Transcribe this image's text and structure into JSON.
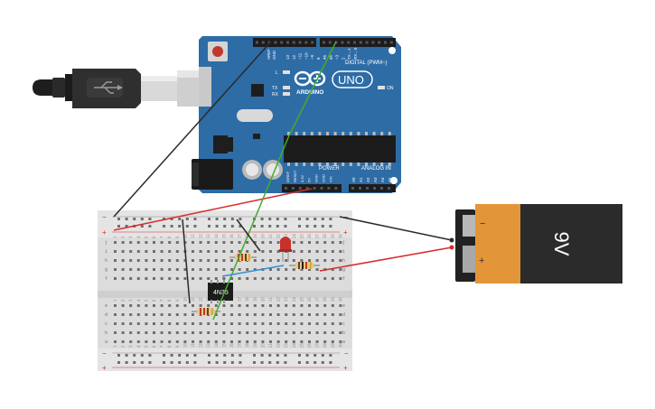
{
  "arduino": {
    "brand": "ARDUINO",
    "model": "UNO",
    "digital_header": "DIGITAL (PWM~)",
    "power_header": "POWER",
    "analog_header": "ANALOG IN",
    "led_on": "ON",
    "led_l": "L",
    "led_tx": "TX",
    "led_rx": "RX",
    "pin_gnd": "GND",
    "pin_aref": "AREF",
    "digital_pins": [
      "13",
      "12",
      "~11",
      "~10",
      "~9",
      "8",
      "7",
      "~6",
      "~5",
      "4",
      "~3",
      "2",
      "TX→1",
      "RX←0"
    ],
    "power_pins": [
      "IOREF",
      "RESET",
      "3.3V",
      "5V",
      "GND",
      "GND",
      "VIN"
    ],
    "analog_pins": [
      "A0",
      "A1",
      "A2",
      "A3",
      "A4",
      "A5"
    ]
  },
  "breadboard": {
    "columns": [
      "1",
      "2",
      "3",
      "4",
      "5",
      "6",
      "7",
      "8",
      "9",
      "10",
      "11",
      "12",
      "13",
      "14",
      "15",
      "16",
      "17",
      "18",
      "19",
      "20",
      "21",
      "22",
      "23",
      "24",
      "25",
      "26",
      "27",
      "28",
      "29",
      "30"
    ],
    "rows_top": [
      "j",
      "i",
      "h",
      "g",
      "f"
    ],
    "rows_bottom": [
      "e",
      "d",
      "c",
      "b",
      "a"
    ],
    "rail_minus": "−",
    "rail_plus": "+"
  },
  "chip": {
    "label": "4N35"
  },
  "battery": {
    "voltage": "9V",
    "minus": "−",
    "plus": "+"
  },
  "colors": {
    "board_blue": "#2e6ca6",
    "wire_red": "#d62b2b",
    "wire_black": "#2a2a2a",
    "wire_green": "#3fae2a",
    "wire_blue": "#2f8fd6",
    "battery_orange": "#e3953a",
    "battery_black": "#2b2b2b",
    "led_red": "#c8322b"
  }
}
